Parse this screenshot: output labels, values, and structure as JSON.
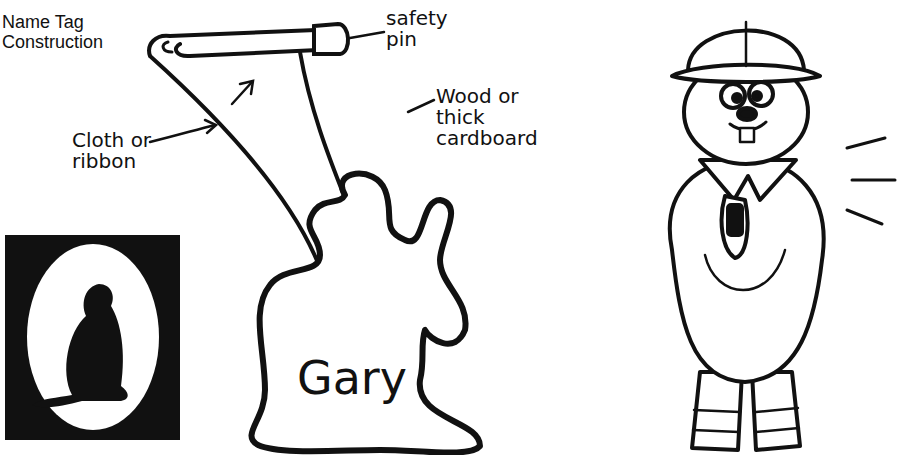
{
  "diagram": {
    "title": "Name Tag Construction",
    "nodes": [
      {
        "text": [
          "Gary"
        ]
      }
    ],
    "labels": [
      "safety pin",
      "Cloth or ribbon",
      "Wood or thick cardboard"
    ]
  }
}
